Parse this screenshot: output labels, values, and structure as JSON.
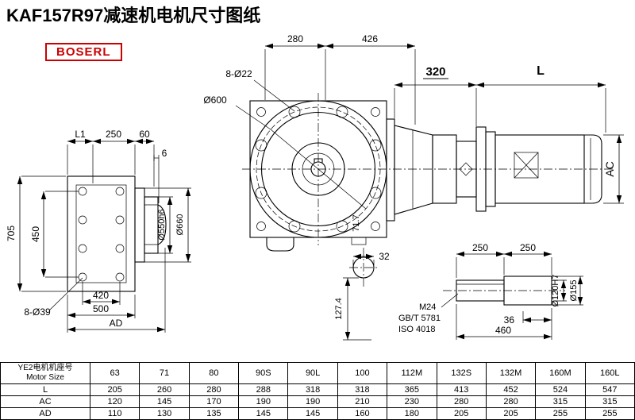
{
  "page": {
    "title": "KAF157R97减速机电机尺寸图纸",
    "logo": "BOSERL"
  },
  "colors": {
    "accent_red": "#cc0000",
    "line": "#000000"
  },
  "dims": {
    "top_280": "280",
    "top_426": "426",
    "bolt_pattern": "8-Ø22",
    "bolt_circle": "Ø600",
    "dim_320": "320",
    "dim_L": "L",
    "dim_AC": "AC",
    "left_L1": "L1",
    "left_250": "250",
    "left_60": "60",
    "left_6": "6",
    "left_705": "705",
    "left_450": "450",
    "left_8_o39": "8-Ø39",
    "left_420": "420",
    "left_500": "500",
    "left_AD": "AD",
    "hub_o550": "Ø550h6",
    "hub_o660": "Ø660",
    "mid_71_7": "71.7",
    "sec_32": "32",
    "sec_127_4": "127.4",
    "shaft_250_a": "250",
    "shaft_250_b": "250",
    "shaft_m24": "M24",
    "shaft_gbt": "GB/T 5781",
    "shaft_iso": "ISO 4018",
    "shaft_36": "36",
    "shaft_460": "460",
    "shaft_o120": "Ø120H7",
    "shaft_o155": "Ø155"
  },
  "table": {
    "row_header_line1": "YE2电机机座号",
    "row_header_line2": "Motor Size",
    "columns": [
      "63",
      "71",
      "80",
      "90S",
      "90L",
      "100",
      "112M",
      "132S",
      "132M",
      "160M",
      "160L"
    ],
    "rows": [
      {
        "label": "L",
        "values": [
          "205",
          "260",
          "280",
          "288",
          "318",
          "318",
          "365",
          "413",
          "452",
          "524",
          "547"
        ]
      },
      {
        "label": "AC",
        "values": [
          "120",
          "145",
          "170",
          "190",
          "190",
          "210",
          "230",
          "280",
          "280",
          "315",
          "315"
        ]
      },
      {
        "label": "AD",
        "values": [
          "110",
          "130",
          "135",
          "145",
          "145",
          "160",
          "180",
          "205",
          "205",
          "255",
          "255"
        ]
      }
    ]
  }
}
